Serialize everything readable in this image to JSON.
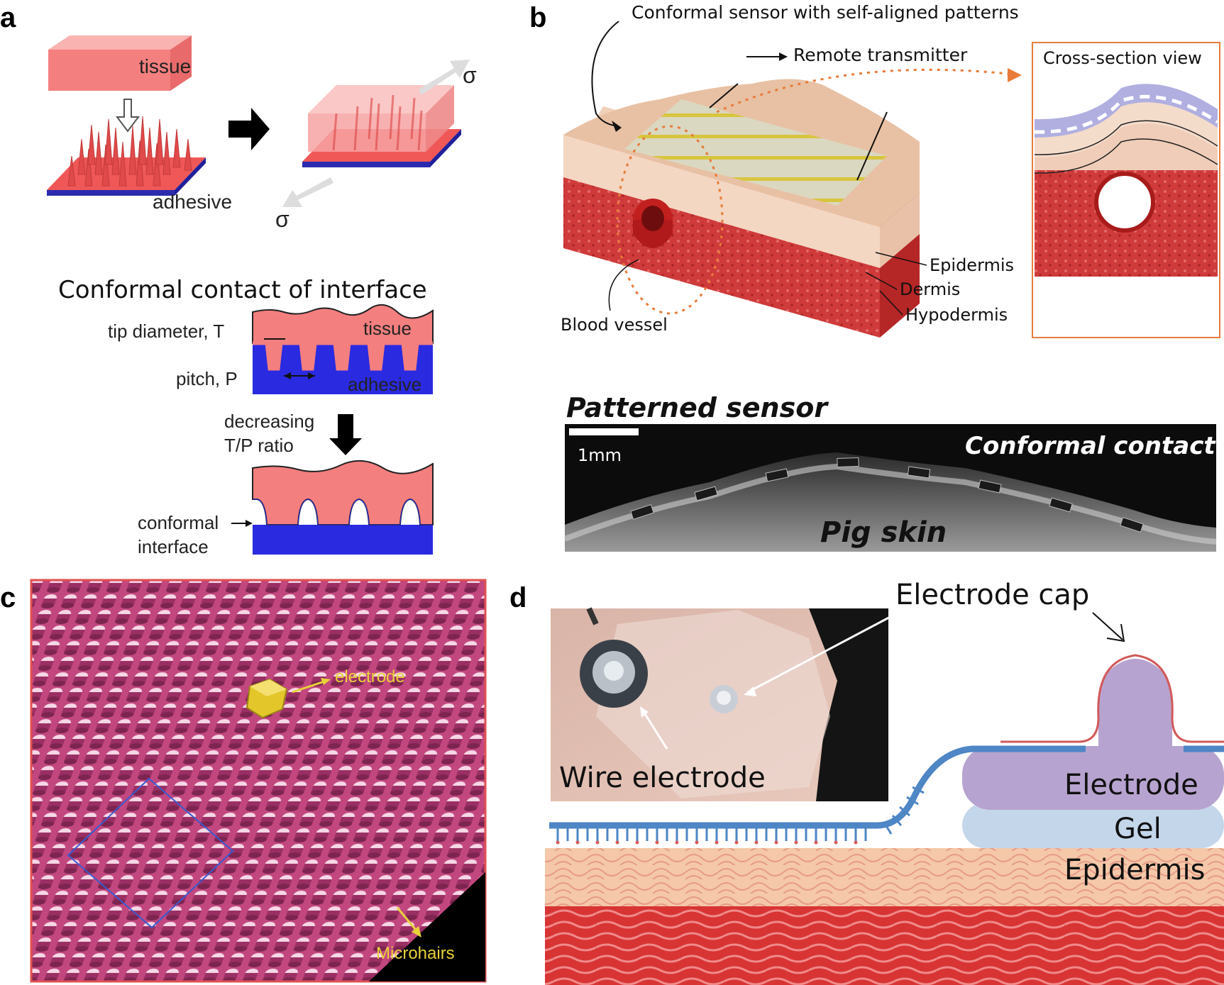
{
  "panels": {
    "a": {
      "label": "a",
      "tissue": "tissue",
      "adhesive": "adhesive",
      "sigma_top": "σ",
      "sigma_bottom": "σ",
      "heading": "Conformal contact of interface",
      "tip_diameter": "tip diameter, T",
      "pitch": "pitch, P",
      "tissue2": "tissue",
      "adhesive2": "adhesive",
      "decreasing_line1": "decreasing",
      "decreasing_line2": "T/P ratio",
      "conformal_line1": "conformal",
      "conformal_line2": "interface"
    },
    "b": {
      "label": "b",
      "conformal_sensor": "Conformal sensor with self-aligned patterns",
      "remote_transmitter": "Remote transmitter",
      "cross_section": "Cross-section view",
      "epidermis": "Epidermis",
      "dermis": "Dermis",
      "hypodermis": "Hypodermis",
      "blood_vessel": "Blood vessel",
      "patterned_sensor": "Patterned sensor",
      "scale_bar": "1mm",
      "conformal_contact": "Conformal contact",
      "pig_skin": "Pig skin"
    },
    "c": {
      "label": "c",
      "electrode": "electrode",
      "microhairs": "Microhairs"
    },
    "d": {
      "label": "d",
      "electrode_cap": "Electrode cap",
      "wire_electrode": "Wire electrode",
      "electrode": "Electrode",
      "gel": "Gel",
      "epidermis": "Epidermis"
    }
  },
  "colors": {
    "tissue_pink": "#f47f7f",
    "adhesive_blue": "#2a2ae0",
    "skin_red": "#d42a2a",
    "electrode_purple": "#b7a3cf",
    "gel_blue": "#c4d6ea",
    "callout_orange": "#e87b3a",
    "electrode_yellow": "#e8d23a"
  }
}
